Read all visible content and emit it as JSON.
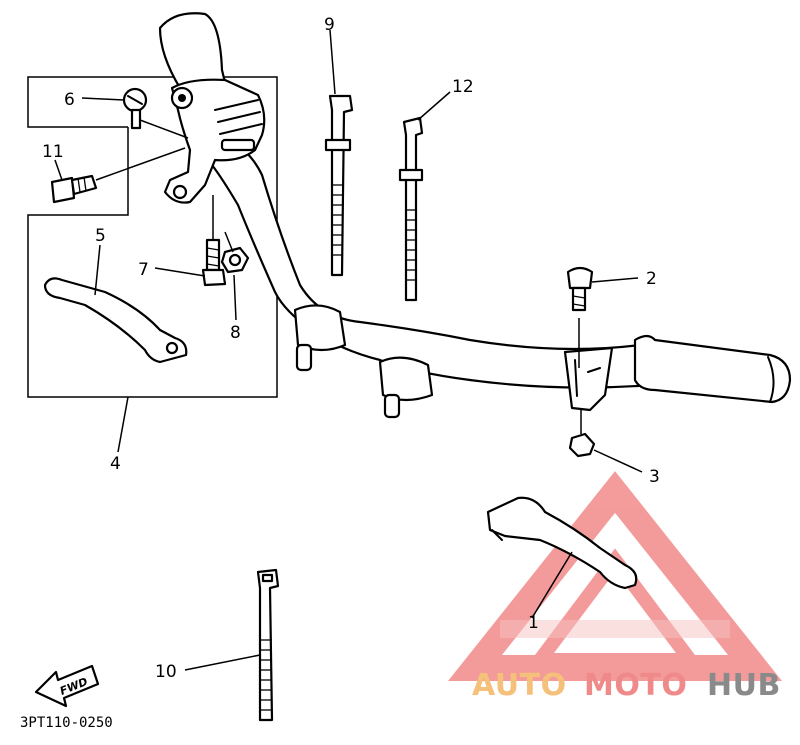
{
  "diagram": {
    "labels": {
      "p1": "1",
      "p2": "2",
      "p3": "3",
      "p4": "4",
      "p5": "5",
      "p6": "6",
      "p7": "7",
      "p8": "8",
      "p9": "9",
      "p10": "10",
      "p11": "11",
      "p12": "12"
    },
    "fwd_label": "FWD",
    "drawing_code": "3PT110-0250"
  },
  "watermark": {
    "part1": "AUTO",
    "part2": "MOTO",
    "part3": "HUB",
    "colors": {
      "part1": "#f5c07a",
      "part2": "#f08a8a",
      "part3": "#8a8a8a",
      "triangle": "#f28a8a"
    }
  }
}
